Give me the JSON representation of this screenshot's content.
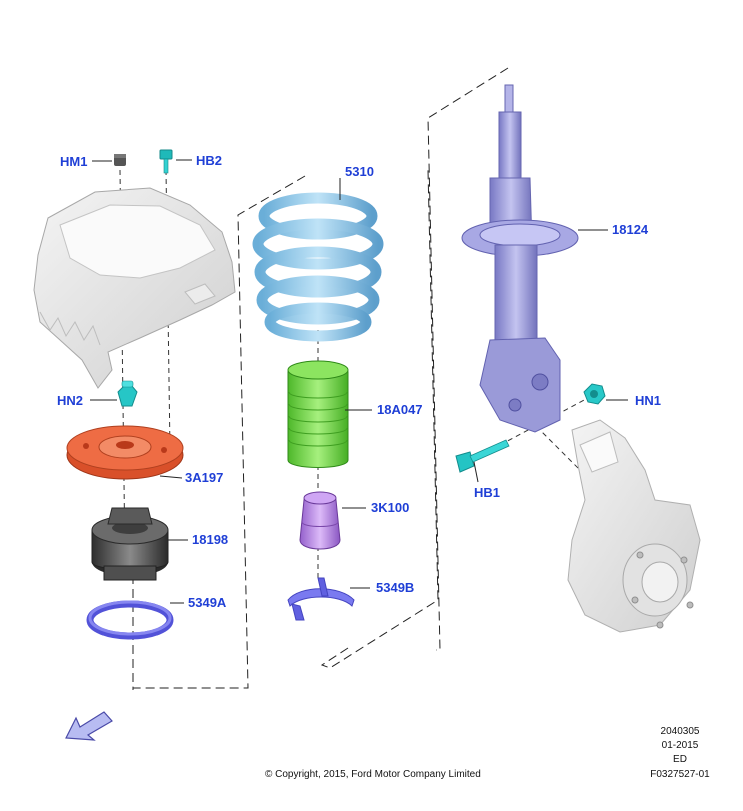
{
  "colors": {
    "callout": "#1f3fd6",
    "spring": "#8ec8ea",
    "strut": "#9c9cdc",
    "bump_stop": "#b98ae8",
    "dust_boot": "#74d84a",
    "spring_seat": "#e0603a",
    "mount": "#4a4a4a",
    "bearing": "#6c6ce8",
    "fastener": "#22c8c8",
    "housing": "#e6e6e6"
  },
  "callouts": {
    "hm1": "HM1",
    "hb2": "HB2",
    "hn2": "HN2",
    "c5310": "5310",
    "c18124": "18124",
    "c18a047": "18A047",
    "hn1": "HN1",
    "c3a197": "3A197",
    "hb1": "HB1",
    "c3k100": "3K100",
    "c18198": "18198",
    "c5349b": "5349B",
    "c5349a": "5349A"
  },
  "footer": {
    "copyright": "© Copyright, 2015, Ford Motor Company Limited",
    "code1": "2040305",
    "date": "01-2015",
    "ed": "ED",
    "figure": "F0327527-01"
  },
  "icons": {
    "direction_arrow": "front-direction-arrow-icon"
  }
}
